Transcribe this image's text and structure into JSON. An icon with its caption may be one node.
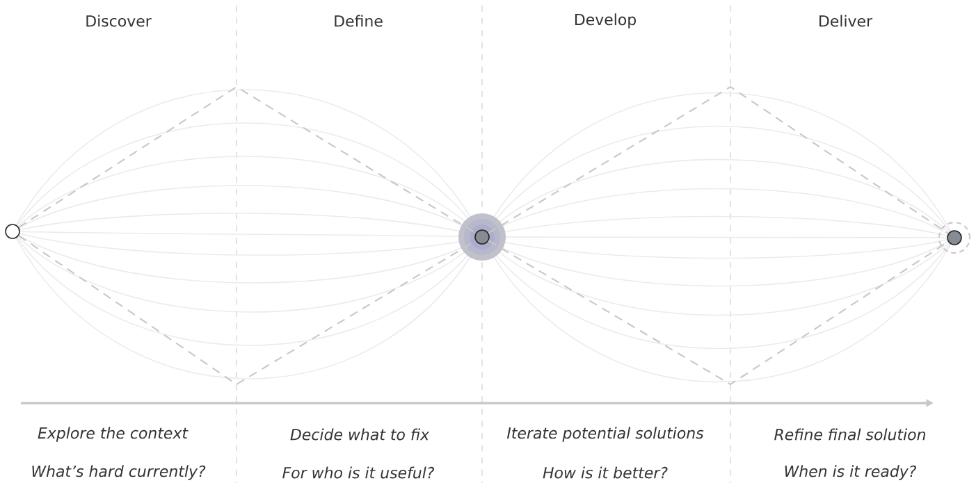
{
  "diagram": {
    "nodes": [
      {
        "text": [],
        "shape": "circle"
      },
      {
        "text": [],
        "shape": "circle"
      },
      {
        "text": [],
        "shape": "circle"
      }
    ],
    "edges": [
      {
        "from": 0,
        "to": 1,
        "arrow": "none",
        "style": "dashed"
      },
      {
        "from": 0,
        "to": 1,
        "arrow": "none",
        "style": "dashed"
      },
      {
        "from": 1,
        "to": 2,
        "arrow": "none",
        "style": "dashed"
      },
      {
        "from": 1,
        "to": 2,
        "arrow": "none",
        "style": "dashed"
      }
    ],
    "labels": [
      "Discover",
      "Define",
      "Develop",
      "Deliver",
      "Explore the context",
      "Decide what to fix",
      "Iterate potential solutions",
      "Refine final solution",
      "What’s hard currently?",
      "For who is it useful?",
      "How is it better?",
      "When is it ready?"
    ]
  }
}
